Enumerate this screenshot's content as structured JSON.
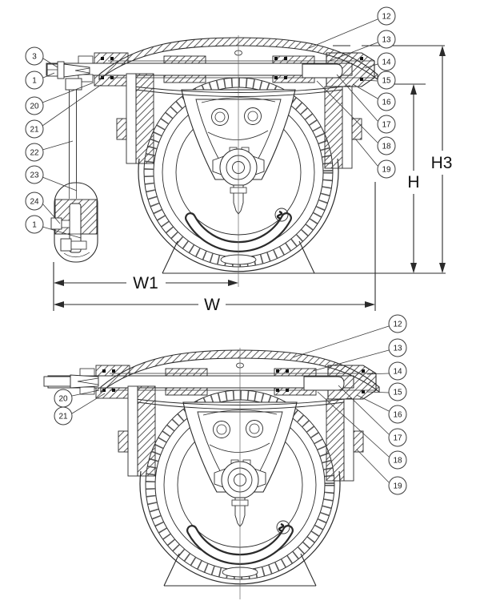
{
  "diagram_type": "caster-wheel-cross-section-parts-diagram",
  "colors": {
    "line": "#2b2b2b",
    "background": "#ffffff",
    "text": "#1a1a1a"
  },
  "figure1": {
    "description": "cross-section with brake pendant and dimensions",
    "callouts_left": [
      "3",
      "1",
      "20",
      "21",
      "22",
      "23",
      "24",
      "1"
    ],
    "callouts_right": [
      "12",
      "13",
      "14",
      "15",
      "16",
      "17",
      "18",
      "19"
    ],
    "dimensions": {
      "h3": "H3",
      "h": "H",
      "w1": "W1",
      "w": "W"
    }
  },
  "figure2": {
    "description": "cross-section without pendant",
    "callouts_left": [
      "20",
      "21"
    ],
    "callouts_right": [
      "12",
      "13",
      "14",
      "15",
      "16",
      "17",
      "18",
      "19"
    ]
  }
}
